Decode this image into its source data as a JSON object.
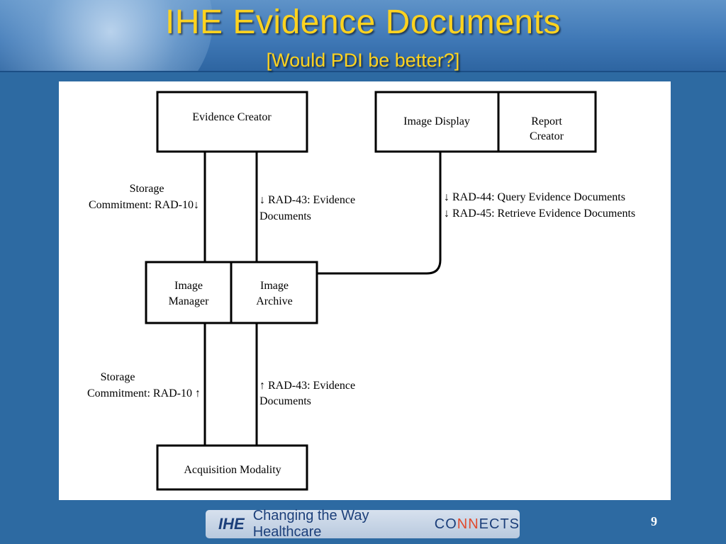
{
  "slide": {
    "title": "IHE Evidence Documents",
    "subtitle": "[Would PDI be better?]",
    "page_number": "9"
  },
  "diagram": {
    "actors": {
      "evidence_creator": "Evidence Creator",
      "image_display": "Image Display",
      "report_creator": [
        "Report",
        "Creator"
      ],
      "image_manager": [
        "Image",
        "Manager"
      ],
      "image_archive": [
        "Image",
        "Archive"
      ],
      "acquisition_modality": "Acquisition Modality"
    },
    "transactions": {
      "storage_commit_upper": [
        "Storage",
        "Commitment: RAD-10↓"
      ],
      "rad43_upper": [
        "↓ RAD-43: Evidence",
        "Documents"
      ],
      "rad44": "↓ RAD-44: Query Evidence Documents",
      "rad45": "↓ RAD-45: Retrieve Evidence Documents",
      "storage_commit_lower": [
        "Storage",
        "Commitment: RAD-10 ↑"
      ],
      "rad43_lower": [
        "↑ RAD-43: Evidence",
        "Documents"
      ]
    }
  },
  "footer": {
    "logo_mark": "IHE",
    "tagline": "Changing the Way Healthcare",
    "connects_a": "CO",
    "connects_b": "NN",
    "connects_c": "ECTS"
  }
}
